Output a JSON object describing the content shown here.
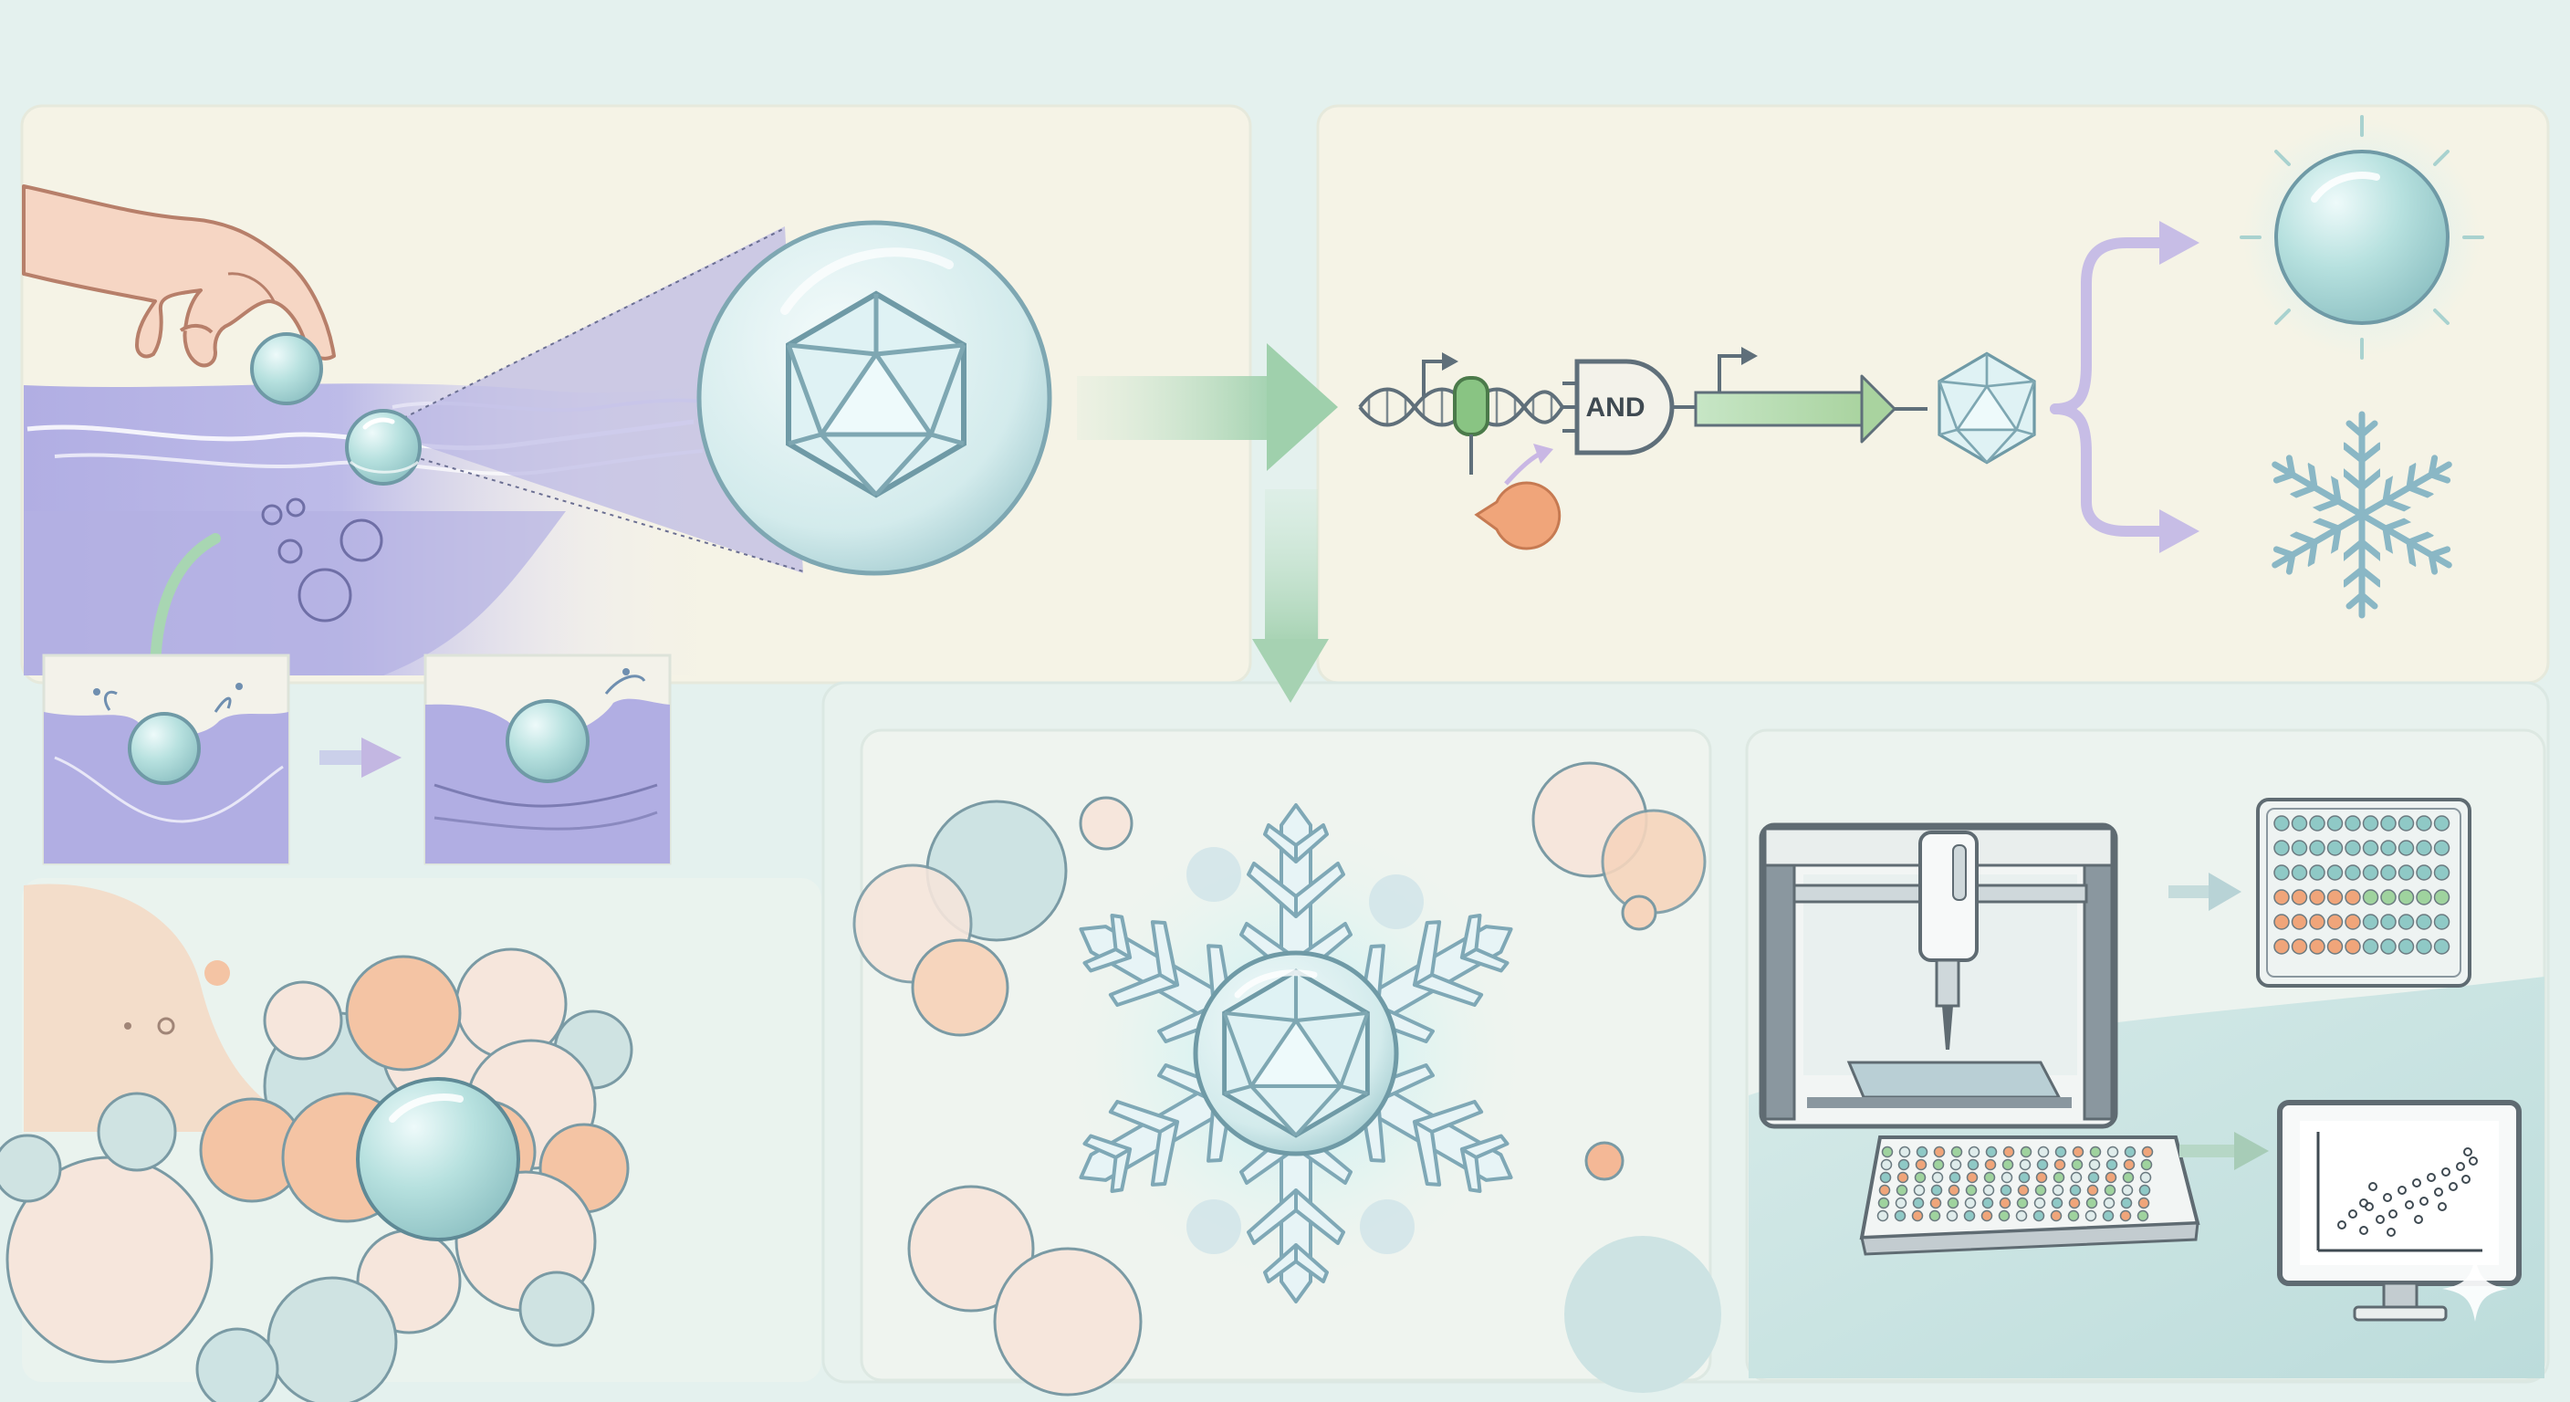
{
  "figure": {
    "type": "conceptual-illustration",
    "panels": [
      "particle-dropping-into-water",
      "genetic-logic-circuit",
      "particle-cluster",
      "ice-nucleation-snowflake",
      "automated-lab-screening"
    ]
  },
  "logic_gate": {
    "label": "AND"
  },
  "colors": {
    "background": "#e4f1ee",
    "panel_cream": "#f5f3e6",
    "panel_mint": "#eaf3ee",
    "water": "#b7b5e6",
    "particle": "#a9d8d6",
    "particle_outline": "#6f9aa6",
    "peach": "#f4c4a4",
    "green_arrow": "#a9d5b4",
    "lavender_arrow": "#c7bde6",
    "promoter": "#5f6f7a",
    "repressor": "#f0a57a"
  },
  "icons": [
    "hand-icon",
    "dna-icon",
    "repressor-icon",
    "and-gate-icon",
    "icosahedron-icon",
    "snowflake-icon",
    "lab-robot-icon",
    "well-plate-icon",
    "monitor-icon",
    "sparkle-icon"
  ]
}
